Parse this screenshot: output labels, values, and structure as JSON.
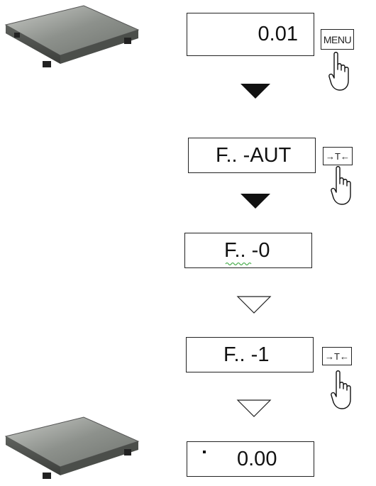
{
  "steps": [
    {
      "display": "0.01",
      "key": "MENU"
    },
    {
      "display": "F.. -AUT",
      "key": "→T←"
    },
    {
      "display": "F.. -0"
    },
    {
      "display": "F.. -1",
      "key": "→T←"
    },
    {
      "display": "0.00"
    }
  ],
  "arrows": [
    "solid",
    "solid",
    "outline",
    "outline"
  ],
  "icons": {
    "scale": "weighing-scale-platform-icon",
    "hand": "pointing-hand-icon"
  }
}
